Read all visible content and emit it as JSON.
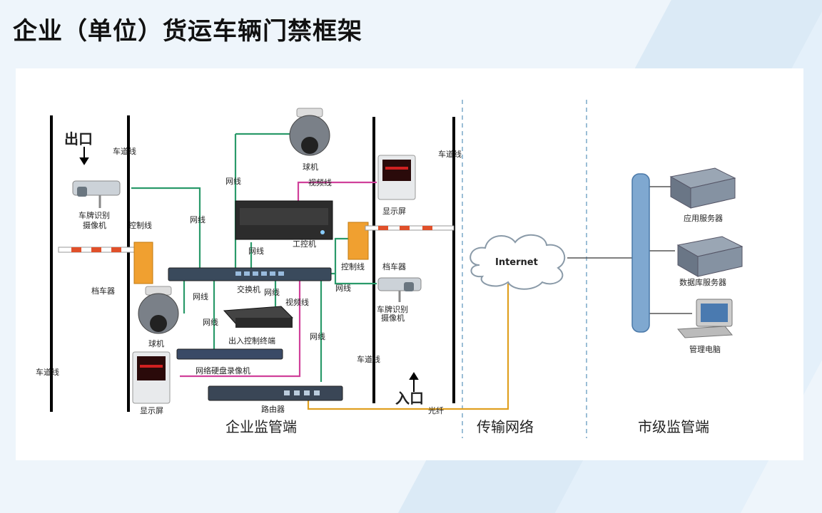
{
  "page": {
    "title": "企业（单位）货运车辆门禁框架"
  },
  "labels": {
    "exit": "出口",
    "entrance": "入口",
    "lane_tl": "车道线",
    "lane_tr": "车道线",
    "lane_bl": "车道线",
    "lane_bm": "车道线",
    "cam_plate_left": "车牌识别",
    "cam_plate_left2": "摄像机",
    "cam_plate_right": "车牌识别",
    "cam_plate_right2": "摄像机",
    "dome_top": "球机",
    "dome_bottom": "球机",
    "display_top": "显示屏",
    "display_bottom": "显示屏",
    "barrier_left": "档车器",
    "barrier_right": "档车器",
    "ipc": "工控机",
    "switch": "交换机",
    "access_terminal": "出入控制终端",
    "nvr": "网络硬盘录像机",
    "router": "路由器",
    "internet": "Internet",
    "app_server": "应用服务器",
    "db_server": "数据库服务器",
    "mgmt_pc": "管理电脑",
    "wire_net_1": "网线",
    "wire_net_2": "网线",
    "wire_net_3": "网线",
    "wire_net_4": "网线",
    "wire_net_5": "网线",
    "wire_net_6": "网线",
    "wire_net_7": "网线",
    "wire_net_8": "网线",
    "wire_ctrl_left": "控制线",
    "wire_ctrl_right": "控制线",
    "wire_video_top": "视频线",
    "wire_video_mid": "视频线",
    "fiber": "光纤",
    "section_enterprise": "企业监管端",
    "section_transport": "传输网络",
    "section_city": "市级监管端"
  },
  "colors": {
    "network": "#2a9a6a",
    "video": "#d0409a",
    "fiber": "#e0a020",
    "barrier": "#f0a030"
  }
}
